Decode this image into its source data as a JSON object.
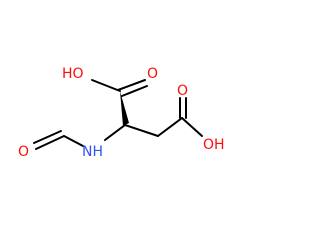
{
  "molecule": {
    "atoms": [
      {
        "id": "o_acid1_oh",
        "label": "HO",
        "color": "#ff0d0d"
      },
      {
        "id": "o_acid1_eq",
        "label": "O",
        "color": "#ff0d0d"
      },
      {
        "id": "o_acid2_eq",
        "label": "O",
        "color": "#ff0d0d"
      },
      {
        "id": "o_acid2_oh",
        "label": "OH",
        "color": "#ff0d0d"
      },
      {
        "id": "o_formyl",
        "label": "O",
        "color": "#ff0d0d"
      },
      {
        "id": "n_amide",
        "label": "NH",
        "color": "#3050f8"
      }
    ]
  },
  "colors": {
    "bond": "#000000",
    "oxygen": "#ff0d0d",
    "nitrogen": "#3050f8",
    "background": "#ffffff"
  }
}
